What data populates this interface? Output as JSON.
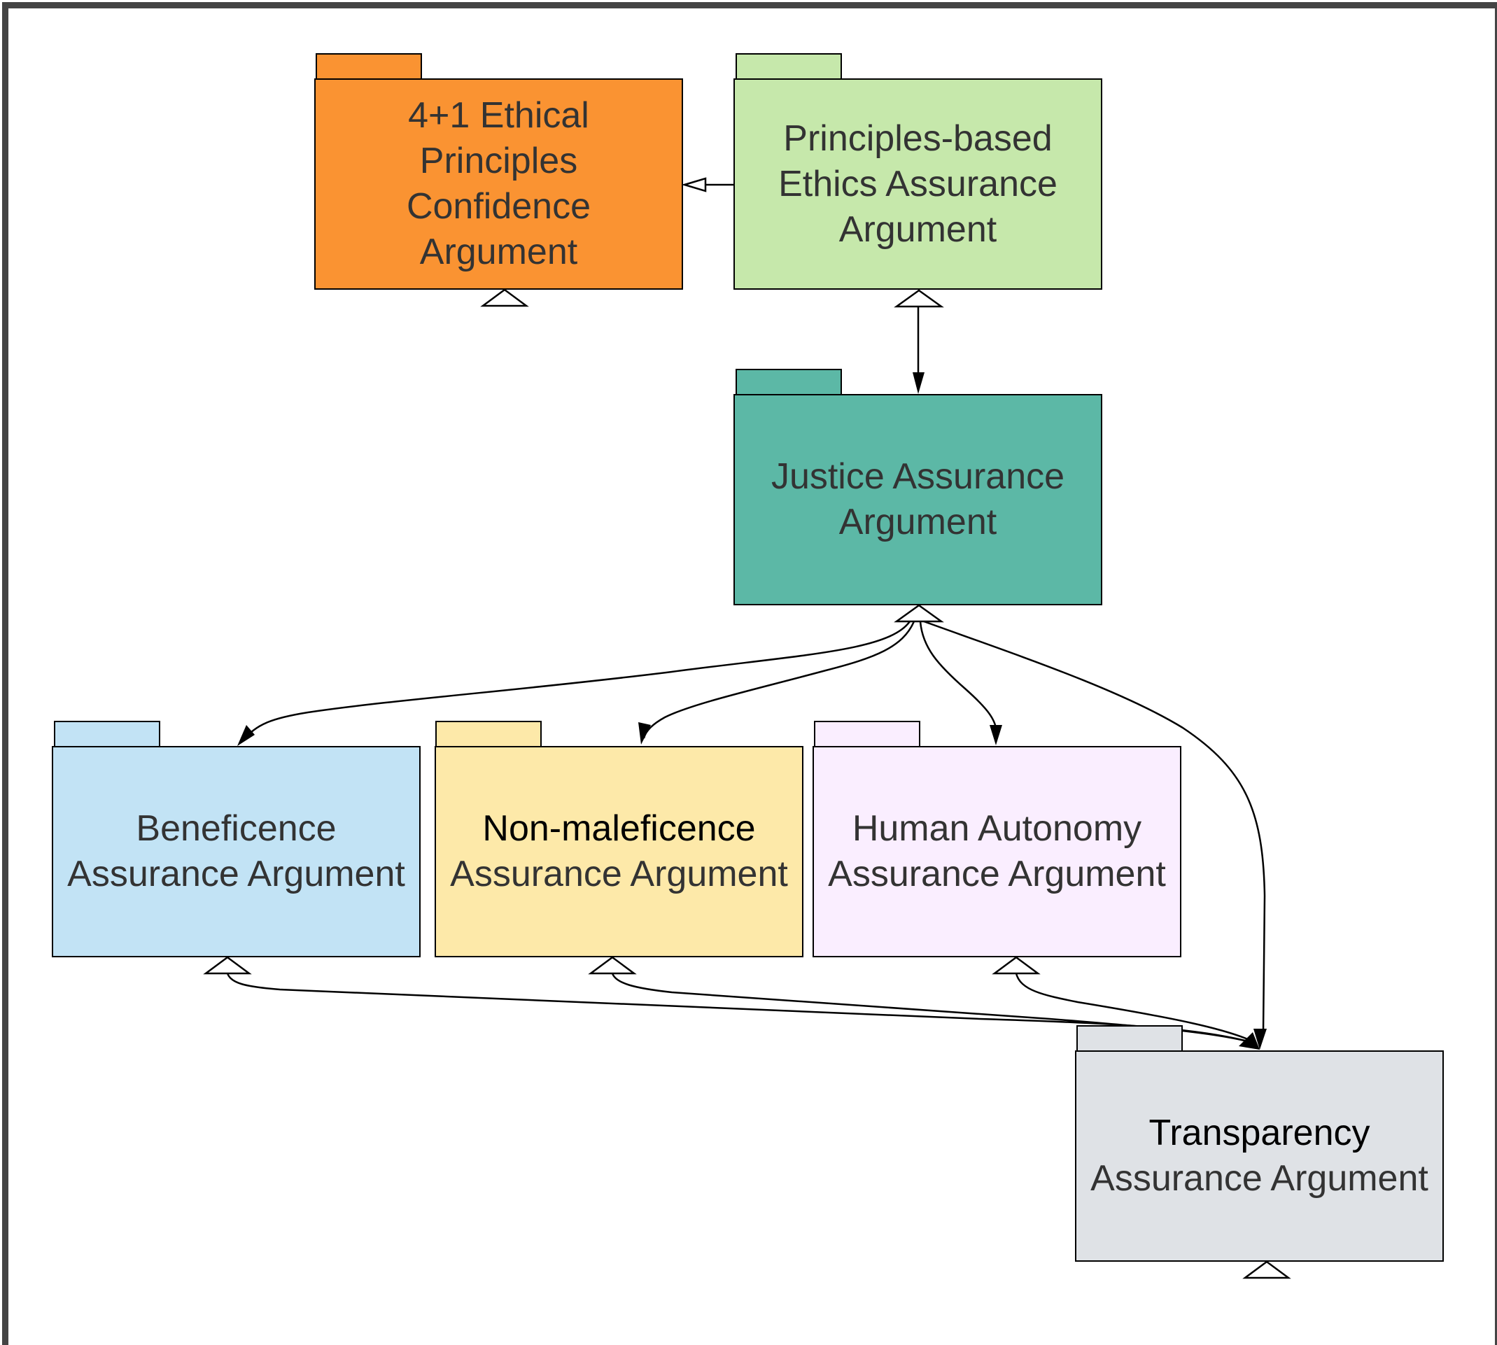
{
  "diagram": {
    "packages": [
      {
        "id": "confidence",
        "lines": [
          "4+1 Ethical",
          "Principles",
          "Confidence",
          "Argument"
        ],
        "fill": "#fa9332",
        "dark_lines": []
      },
      {
        "id": "principles",
        "lines": [
          "Principles-based",
          "Ethics Assurance",
          "Argument"
        ],
        "fill": "#c6e8ab",
        "dark_lines": []
      },
      {
        "id": "justice",
        "lines": [
          "Justice Assurance",
          "Argument"
        ],
        "fill": "#5cb8a6",
        "dark_lines": []
      },
      {
        "id": "beneficence",
        "lines": [
          "Beneficence",
          "Assurance Argument"
        ],
        "fill": "#c2e3f5",
        "dark_lines": []
      },
      {
        "id": "non-maleficence",
        "lines": [
          "Non-maleficence",
          "Assurance Argument"
        ],
        "fill": "#fde9a9",
        "dark_lines": [
          0
        ]
      },
      {
        "id": "human-autonomy",
        "lines": [
          "Human Autonomy",
          "Assurance Argument"
        ],
        "fill": "#faeeff",
        "dark_lines": []
      },
      {
        "id": "transparency",
        "lines": [
          "Transparency",
          "Assurance Argument"
        ],
        "fill": "#dfe2e6",
        "dark_lines": [
          0
        ]
      }
    ],
    "relations": [
      {
        "from": "principles",
        "to": "confidence",
        "type": "open-arrow"
      },
      {
        "from": "principles",
        "to": "justice",
        "type": "filled-arrow"
      },
      {
        "from": "justice",
        "to": "beneficence",
        "type": "filled-arrow"
      },
      {
        "from": "justice",
        "to": "non-maleficence",
        "type": "filled-arrow"
      },
      {
        "from": "justice",
        "to": "human-autonomy",
        "type": "filled-arrow"
      },
      {
        "from": "justice",
        "to": "transparency",
        "type": "filled-arrow"
      },
      {
        "from": "beneficence",
        "to": "transparency",
        "type": "filled-arrow"
      },
      {
        "from": "non-maleficence",
        "to": "transparency",
        "type": "filled-arrow"
      },
      {
        "from": "human-autonomy",
        "to": "transparency",
        "type": "filled-arrow"
      }
    ],
    "colors": {
      "frame": "#444444",
      "text": "#333333",
      "stroke": "#000000"
    }
  }
}
